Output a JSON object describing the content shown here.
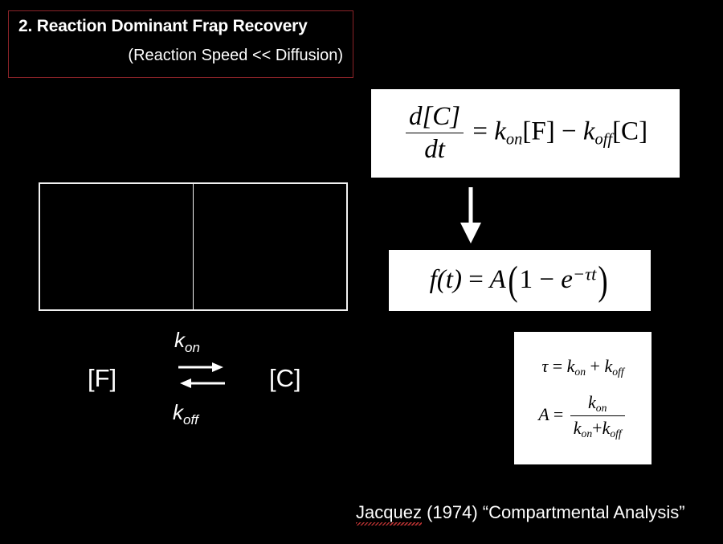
{
  "slide": {
    "background_color": "#000000",
    "text_color": "#ffffff"
  },
  "title": {
    "border_color": "#8b2328",
    "line1": "2. Reaction Dominant Frap Recovery",
    "line2": "(Reaction Speed << Diffusion)"
  },
  "diagram": {
    "compartment_border_color": "#f2f2f2",
    "left_compartment_label": "",
    "right_compartment_label": ""
  },
  "reaction": {
    "species_free": "[F]",
    "species_complex": "[C]",
    "rate_on": "k",
    "rate_on_sub": "on",
    "rate_off": "k",
    "rate_off_sub": "off",
    "forward_arrow": "→",
    "reverse_arrow": "←"
  },
  "equations": {
    "ode": {
      "numerator": "d[C]",
      "denominator": "dt",
      "equals": "=",
      "term1_base": "k",
      "term1_sub": "on",
      "term1_bracket": "[F]",
      "minus": "−",
      "term2_base": "k",
      "term2_sub": "off",
      "term2_bracket": "[C]",
      "plain_text": "d[C]/dt = k_on[F] - k_off[C]"
    },
    "recovery": {
      "lhs_f": "f",
      "lhs_arg": "(t)",
      "equals": "=",
      "amplitude": "A",
      "open_paren": "(",
      "one": "1",
      "minus": "−",
      "exp_base": "e",
      "exp_power": "−τt",
      "close_paren": ")",
      "plain_text": "f(t) = A(1 - e^(-τt))"
    },
    "params": {
      "tau_symbol": "τ",
      "tau_equals": "=",
      "tau_term1_base": "k",
      "tau_term1_sub": "on",
      "tau_plus": "+",
      "tau_term2_base": "k",
      "tau_term2_sub": "off",
      "tau_plain_text": "τ = k_on + k_off",
      "a_symbol": "A",
      "a_equals": "=",
      "a_num_base": "k",
      "a_num_sub": "on",
      "a_den_base1": "k",
      "a_den_sub1": "on",
      "a_den_plus": "+",
      "a_den_base2": "k",
      "a_den_sub2": "off",
      "a_plain_text": "A = k_on / (k_on + k_off)"
    }
  },
  "flow": {
    "arrow_direction": "down",
    "arrow_color": "#ffffff"
  },
  "citation": {
    "author": "Jacquez",
    "rest": " (1974) “Compartmental Analysis”",
    "spellcheck_underline_color": "#b03030",
    "full_text": "Jacquez (1974) “Compartmental Analysis”"
  }
}
